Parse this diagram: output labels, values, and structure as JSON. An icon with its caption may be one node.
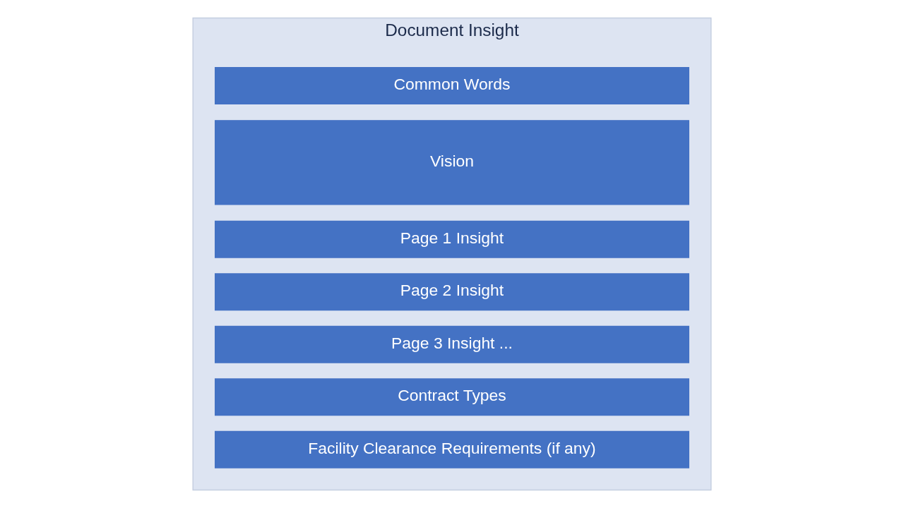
{
  "diagram": {
    "nodes": [
      {
        "text": [
          "Document Insight"
        ]
      },
      {
        "text": [
          "Common Words"
        ],
        "in": 0
      },
      {
        "text": [
          "Vision"
        ],
        "in": 0
      },
      {
        "text": [
          "Page 1 Insight"
        ],
        "in": 0
      },
      {
        "text": [
          "Page 2 Insight"
        ],
        "in": 0
      },
      {
        "text": [
          "Page 3 Insight ..."
        ],
        "in": 0
      },
      {
        "text": [
          "Contract Types"
        ],
        "in": 0
      },
      {
        "text": [
          "Facility Clearance Requirements (if any)"
        ],
        "in": 0
      }
    ]
  }
}
